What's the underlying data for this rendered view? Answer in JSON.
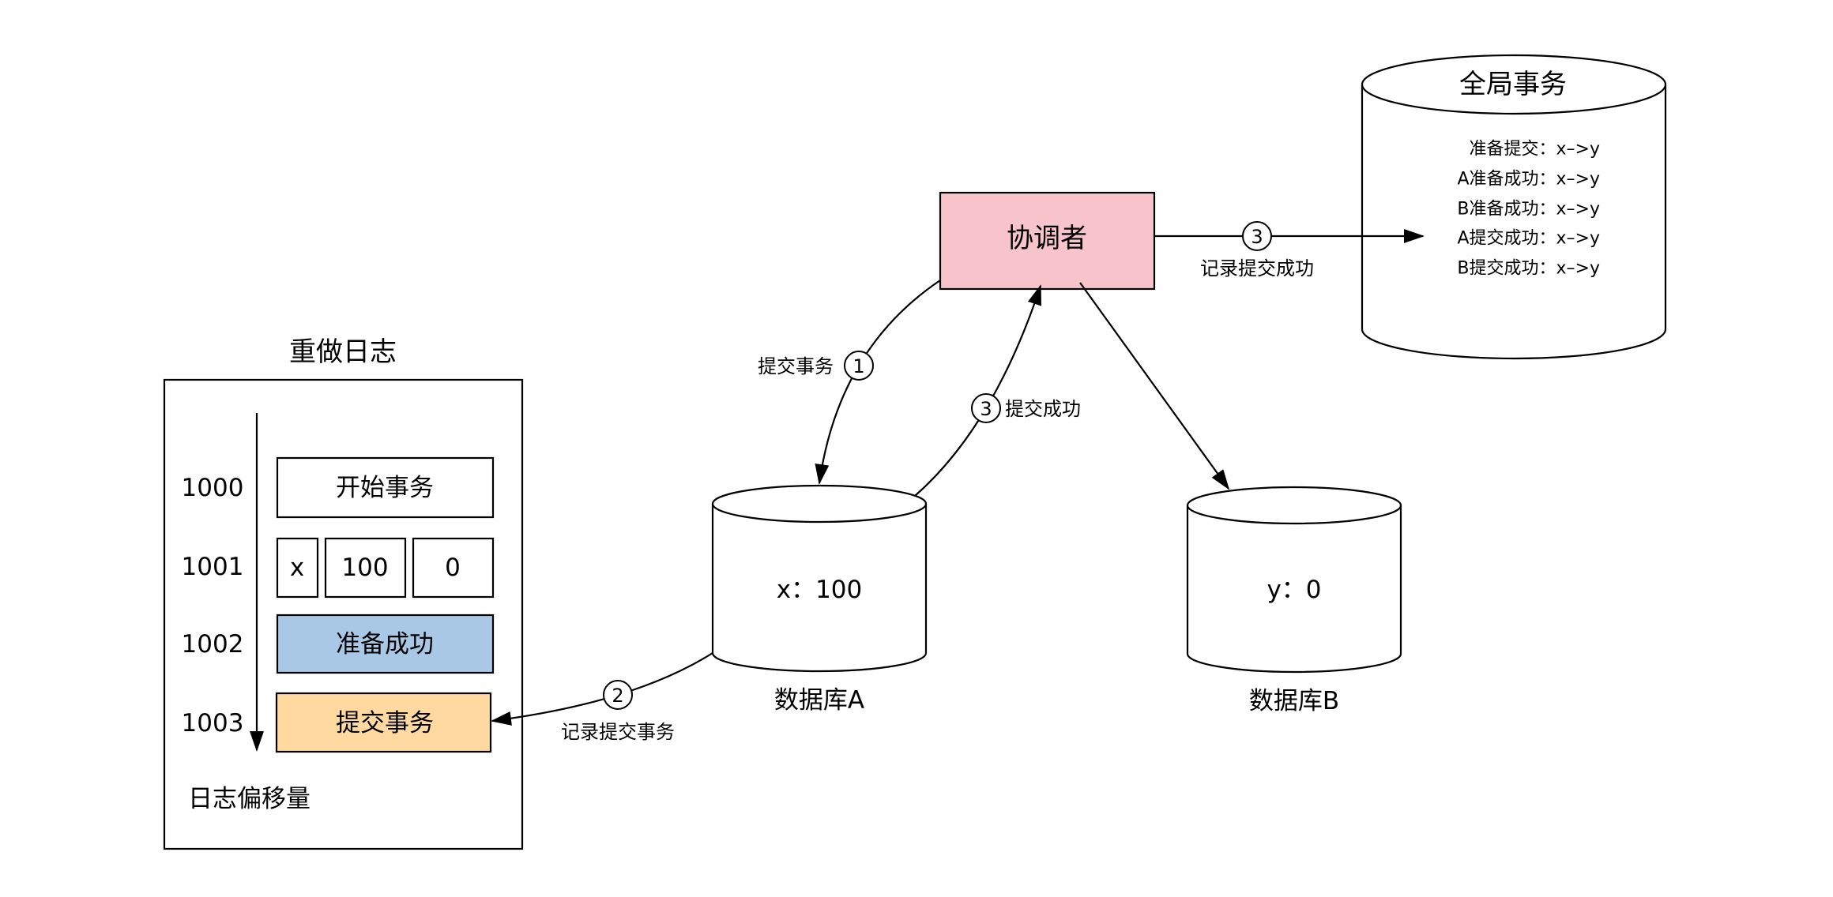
{
  "redo_log": {
    "title": "重做日志",
    "axis_label": "日志偏移量",
    "rows": [
      {
        "offset": "1000",
        "cells": [
          "开始事务"
        ],
        "color": "#ffffff"
      },
      {
        "offset": "1001",
        "cells": [
          "x",
          "100",
          "0"
        ],
        "color": "#ffffff"
      },
      {
        "offset": "1002",
        "cells": [
          "准备成功"
        ],
        "color": "#a9c8e6"
      },
      {
        "offset": "1003",
        "cells": [
          "提交事务"
        ],
        "color": "#ffd9a0"
      }
    ]
  },
  "coordinator": {
    "label": "协调者",
    "color": "#f8c4cb"
  },
  "database_a": {
    "name": "数据库A",
    "content": "x：100"
  },
  "database_b": {
    "name": "数据库B",
    "content": "y：0"
  },
  "global_tx": {
    "title": "全局事务",
    "entries": [
      "准备提交：x–>y",
      "A准备成功：x–>y",
      "B准备成功：x–>y",
      "A提交成功：x–>y",
      "B提交成功：x–>y"
    ]
  },
  "edges": {
    "commit_tx": {
      "step": "1",
      "label": "提交事务"
    },
    "record_commit_tx": {
      "step": "2",
      "label": "记录提交事务"
    },
    "commit_success": {
      "step": "3",
      "label": "提交成功"
    },
    "record_commit_success": {
      "step": "3",
      "label": "记录提交成功"
    }
  }
}
